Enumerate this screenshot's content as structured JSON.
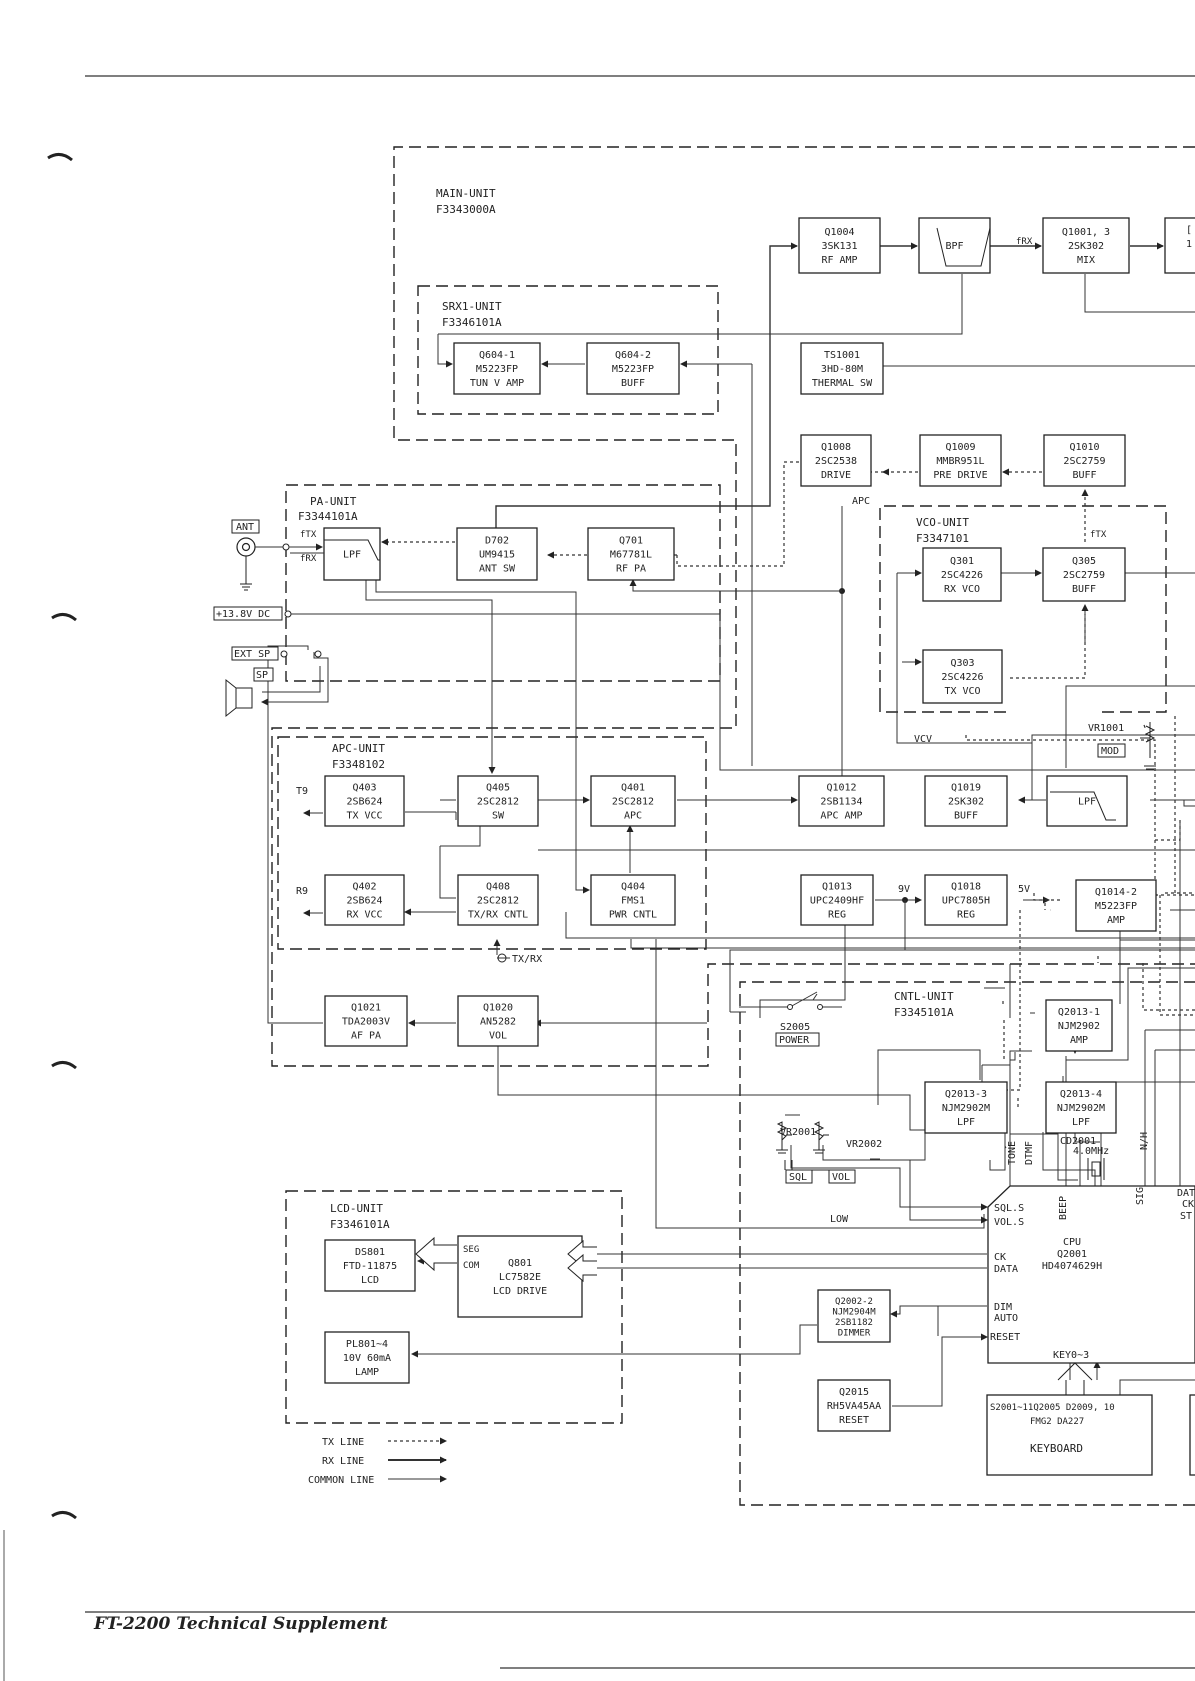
{
  "footer": "FT-2200  Technical Supplement",
  "units": {
    "main": [
      "MAIN-UNIT",
      "F3343000A"
    ],
    "srx1": [
      "SRX1-UNIT",
      "F3346101A"
    ],
    "pa": [
      "PA-UNIT",
      "F3344101A"
    ],
    "vco": [
      "VCO-UNIT",
      "F3347101"
    ],
    "apc": [
      "APC-UNIT",
      "F3348102"
    ],
    "cntl": [
      "CNTL-UNIT",
      "F3345101A"
    ],
    "lcd": [
      "LCD-UNIT",
      "F3346101A"
    ]
  },
  "blocks": {
    "q1004": [
      "Q1004",
      "3SK131",
      "RF AMP"
    ],
    "bpf": [
      "BPF"
    ],
    "q1001": [
      "Q1001, 3",
      "2SK302",
      "MIX"
    ],
    "q604_1": [
      "Q604-1",
      "M5223FP",
      "TUN V AMP"
    ],
    "q604_2": [
      "Q604-2",
      "M5223FP",
      "BUFF"
    ],
    "ts1001": [
      "TS1001",
      "3HD-80M",
      "THERMAL SW"
    ],
    "q1008": [
      "Q1008",
      "2SC2538",
      "DRIVE"
    ],
    "q1009": [
      "Q1009",
      "MMBR951L",
      "PRE DRIVE"
    ],
    "q1010": [
      "Q1010",
      "2SC2759",
      "BUFF"
    ],
    "lpf_pa": [
      "LPF"
    ],
    "d702": [
      "D702",
      "UM9415",
      "ANT SW"
    ],
    "q701": [
      "Q701",
      "M67781L",
      "RF PA"
    ],
    "q301": [
      "Q301",
      "2SC4226",
      "RX VCO"
    ],
    "q305": [
      "Q305",
      "2SC2759",
      "BUFF"
    ],
    "q303": [
      "Q303",
      "2SC4226",
      "TX VCO"
    ],
    "q403": [
      "Q403",
      "2SB624",
      "TX VCC"
    ],
    "q405": [
      "Q405",
      "2SC2812",
      "SW"
    ],
    "q401": [
      "Q401",
      "2SC2812",
      "APC"
    ],
    "q1012": [
      "Q1012",
      "2SB1134",
      "APC AMP"
    ],
    "q1019": [
      "Q1019",
      "2SK302",
      "BUFF"
    ],
    "lpf_mod": [
      "LPF"
    ],
    "q402": [
      "Q402",
      "2SB624",
      "RX VCC"
    ],
    "q408": [
      "Q408",
      "2SC2812",
      "TX/RX CNTL"
    ],
    "q404": [
      "Q404",
      "FMS1",
      "PWR CNTL"
    ],
    "q1013": [
      "Q1013",
      "UPC2409HF",
      "REG"
    ],
    "q1018": [
      "Q1018",
      "UPC7805H",
      "REG"
    ],
    "q1014": [
      "Q1014-2",
      "M5223FP",
      "AMP"
    ],
    "q1021": [
      "Q1021",
      "TDA2003V",
      "AF PA"
    ],
    "q1020": [
      "Q1020",
      "AN5282",
      "VOL"
    ],
    "q2013_1": [
      "Q2013-1",
      "NJM2902",
      "AMP"
    ],
    "q2013_3": [
      "Q2013-3",
      "NJM2902M",
      "LPF"
    ],
    "q2013_4": [
      "Q2013-4",
      "NJM2902M",
      "LPF"
    ],
    "ds801": [
      "DS801",
      "FTD-11875",
      "LCD"
    ],
    "q801": [
      "Q801",
      "LC7582E",
      "LCD DRIVE"
    ],
    "pl801": [
      "PL801~4",
      "10V 60mA",
      "LAMP"
    ],
    "q2002": [
      "Q2002-2",
      "NJM2904M",
      "2SB1182",
      "DIMMER"
    ],
    "q2015": [
      "Q2015",
      "RH5VA45AA",
      "RESET"
    ],
    "keyboard": [
      "S2001~11Q2005  D2009, 10",
      "FMG2   DA227",
      "KEYBOARD"
    ],
    "cpu": [
      "CPU",
      "Q2001",
      "HD4074629H"
    ]
  },
  "partial_blocks": [
    "[",
    "1"
  ],
  "cpu_pins": [
    "SQL.S",
    "VOL.S",
    "CK",
    "DATA",
    "DIM",
    "AUTO",
    "RESET",
    "BEEP",
    "SIG",
    "DAT",
    "CK",
    "ST"
  ],
  "side_pins": [
    "TONE",
    "DTMF",
    "N/H"
  ],
  "labels": {
    "ant": "ANT",
    "dc": "+13.8V DC",
    "ext_sp": "EXT SP",
    "sp": "SP",
    "f_rx_mix": "fRX",
    "f_tx_pa": "fTX",
    "f_rx_pa": "fRX",
    "f_tx_vco": "fTX",
    "apc": "APC",
    "vcv": "VCV",
    "t9": "T9",
    "r9": "R9",
    "v9": "9V",
    "v5": "5V",
    "txrx": "TX/RX",
    "vr1001": "VR1001",
    "mod": "MOD",
    "s2005": "S2005",
    "power": "POWER",
    "vr2001": "VR2001",
    "vr2002": "VR2002",
    "sql": "SQL",
    "vol": "VOL",
    "low": "LOW",
    "cd2001": "CD2001",
    "freq": "4.0MHz",
    "keys": "KEY0~3",
    "seg": "SEG",
    "com": "COM"
  },
  "legend": [
    "TX LINE",
    "RX LINE",
    "COMMON LINE"
  ]
}
